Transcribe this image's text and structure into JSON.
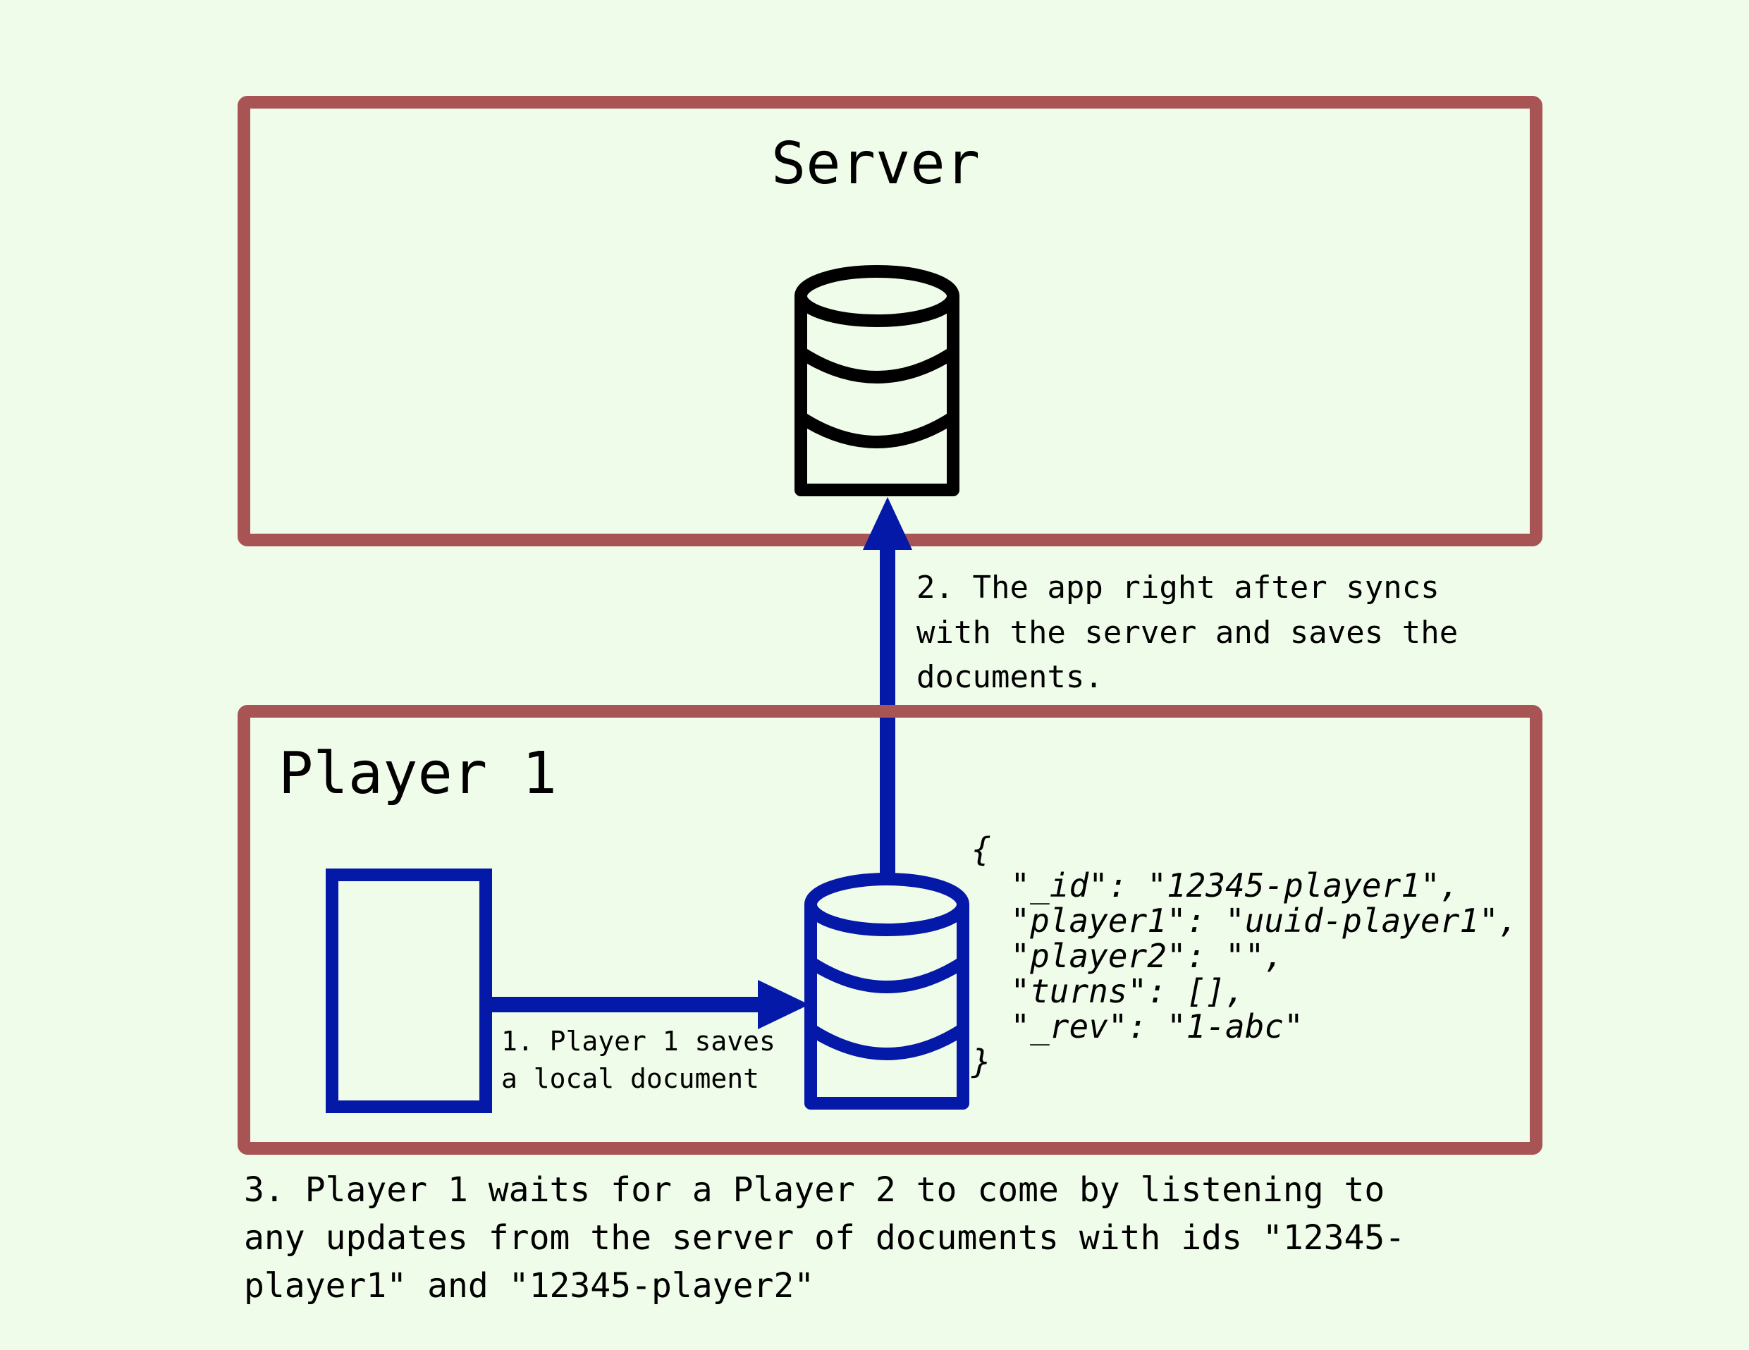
{
  "colors": {
    "background": "#f0fcea",
    "box_border": "#a85454",
    "server_db": "#000000",
    "local_flow": "#0519a8",
    "text": "#000000"
  },
  "server": {
    "title": "Server",
    "database_icon": "database-icon"
  },
  "player": {
    "title": "Player 1",
    "app_icon": "rectangle-device-icon",
    "database_icon": "database-icon"
  },
  "steps": {
    "step1": [
      "1. Player 1 saves",
      "a local document"
    ],
    "step2": [
      "2. The app right after syncs",
      "with the server and saves the",
      "documents."
    ],
    "step3": [
      "3. Player 1 waits for a Player 2 to come by listening to",
      "any updates from the server of documents with ids \"12345-",
      "player1\" and \"12345-player2\""
    ]
  },
  "document": {
    "lines": [
      "{",
      "  \"_id\": \"12345-player1\",",
      "  \"player1\": \"uuid-player1\",",
      "  \"player2\": \"\",",
      "  \"turns\": [],",
      "  \"_rev\": \"1-abc\"",
      "}"
    ]
  }
}
